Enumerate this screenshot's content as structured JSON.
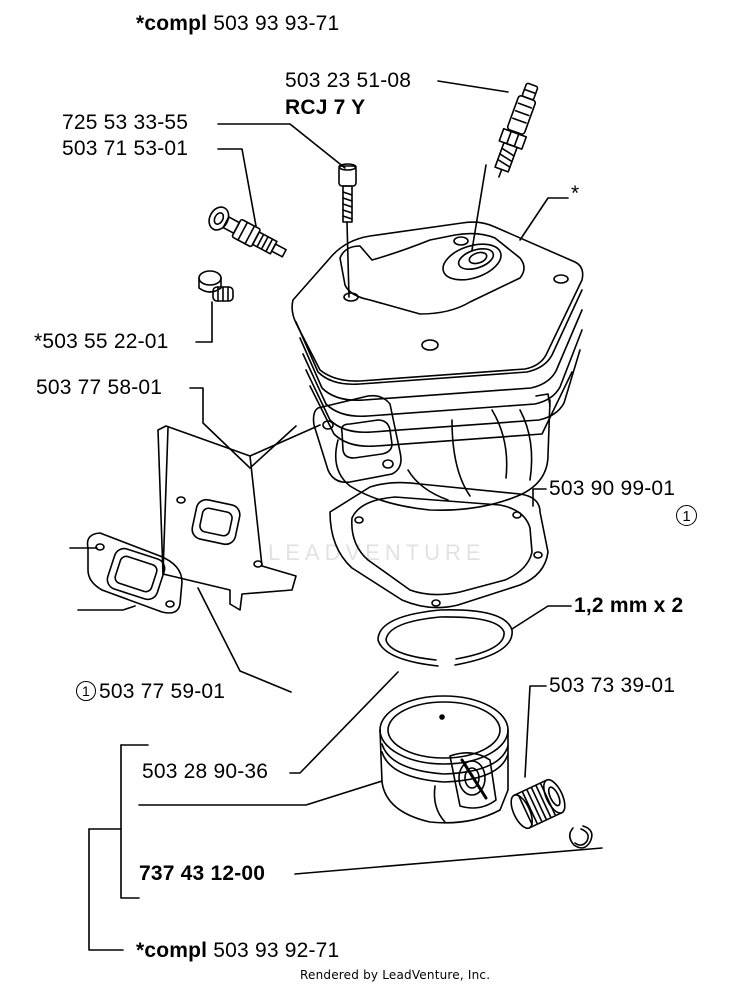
{
  "parts": {
    "compl_top": {
      "prefix": "*compl",
      "number": "503 93 93-71"
    },
    "spark_plug": {
      "number": "503 23 51-08",
      "type": "RCJ 7 Y"
    },
    "screw": {
      "number": "725 53 33-55"
    },
    "decompression_valve": {
      "number": "503 71 53-01"
    },
    "plug": {
      "number": "*503 55 22-01"
    },
    "heat_shield": {
      "number": "503 77 58-01"
    },
    "cylinder_marker": {
      "label": "*"
    },
    "cylinder_gasket": {
      "number": "503 90 99-01",
      "circle": "1"
    },
    "piston_ring": {
      "label": "1,2 mm x 2"
    },
    "muffler_gasket": {
      "circle": "1",
      "number": "503 77 59-01"
    },
    "needle_bearing": {
      "number": "503 73 39-01"
    },
    "piston": {
      "number": "503 28 90-36"
    },
    "circlip": {
      "number": "737 43 12-00"
    },
    "compl_bottom": {
      "prefix": "*compl",
      "number": "503 93 92-71"
    }
  },
  "watermark": "LEADVENTURE",
  "footer": "Rendered by LeadVenture, Inc."
}
